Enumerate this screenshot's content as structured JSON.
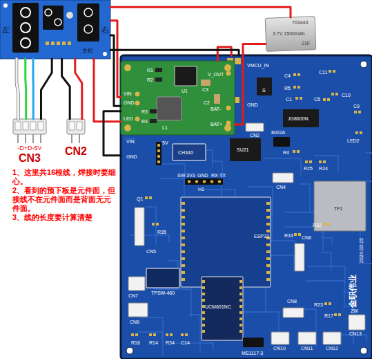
{
  "diagram": {
    "nodes": [
      {
        "text": [
          "左",
          "右",
          "主机"
        ]
      },
      {
        "text": [
          "703443",
          "3.7V 1500mAh",
          "21F"
        ]
      },
      {
        "text": [
          "金职伟业",
          "2024-03-15"
        ]
      },
      {
        "text": [
          "VIN",
          "GND",
          "LED",
          "U1",
          "L1",
          "C2",
          "C3",
          "R1",
          "R2",
          "R3",
          "R4",
          "V_OUT",
          "BAT-",
          "BAT+"
        ],
        "in": 2
      },
      {
        "text": [
          "-D+D-5V",
          "CN3"
        ]
      },
      {
        "text": [
          "CN2"
        ]
      }
    ],
    "edges": [
      {
        "from": 4,
        "to": 0,
        "arrow": "none"
      },
      {
        "from": 4,
        "to": 0,
        "arrow": "none"
      },
      {
        "from": 4,
        "to": 0,
        "arrow": "none"
      },
      {
        "from": 4,
        "to": 0,
        "arrow": "none"
      },
      {
        "from": 5,
        "to": 0,
        "arrow": "none"
      },
      {
        "from": 5,
        "to": 0,
        "arrow": "none"
      },
      {
        "from": 0,
        "to": 3,
        "arrow": "none"
      },
      {
        "from": 0,
        "to": 3,
        "arrow": "none"
      },
      {
        "from": 0,
        "to": 3,
        "arrow": "none"
      },
      {
        "from": 3,
        "to": 2,
        "arrow": "none"
      },
      {
        "from": 0,
        "to": 1,
        "arrow": "none"
      },
      {
        "from": 1,
        "to": 3,
        "arrow": "none"
      },
      {
        "from": 3,
        "to": 2,
        "arrow": "none"
      },
      {
        "from": 0,
        "to": 2,
        "arrow": "none"
      }
    ],
    "labels": [
      "1、这里共16根线，焊接时要细心。",
      "2、看到的预下板是元件面，但接线不在元件面而是背面无元件面。",
      "3、线的长度要计算清楚",
      "VMCU_IN",
      "GND",
      "S",
      "C4",
      "R5",
      "C1",
      "C11",
      "C10",
      "C5",
      "C9",
      "LED2",
      "JG8600N",
      "CN2",
      "8002A",
      "R4",
      "SU21",
      "CH340",
      "VIN",
      "GND",
      "5V",
      "SW",
      "3V3",
      "GND",
      "RX",
      "TX",
      "H1",
      "CN4",
      "R25",
      "R24",
      "TF1",
      "R32",
      "ESP32",
      "R33",
      "CN6",
      "Q1",
      "CN5",
      "R35",
      "TPSW-460",
      "CN7",
      "UCM601NC",
      "CN8",
      "R23",
      "R17",
      "CN9",
      "R16",
      "R14",
      "R34",
      "C14",
      "MS1117-3",
      "CN10",
      "CN11",
      "CN12",
      "CN13",
      "ZW"
    ]
  }
}
